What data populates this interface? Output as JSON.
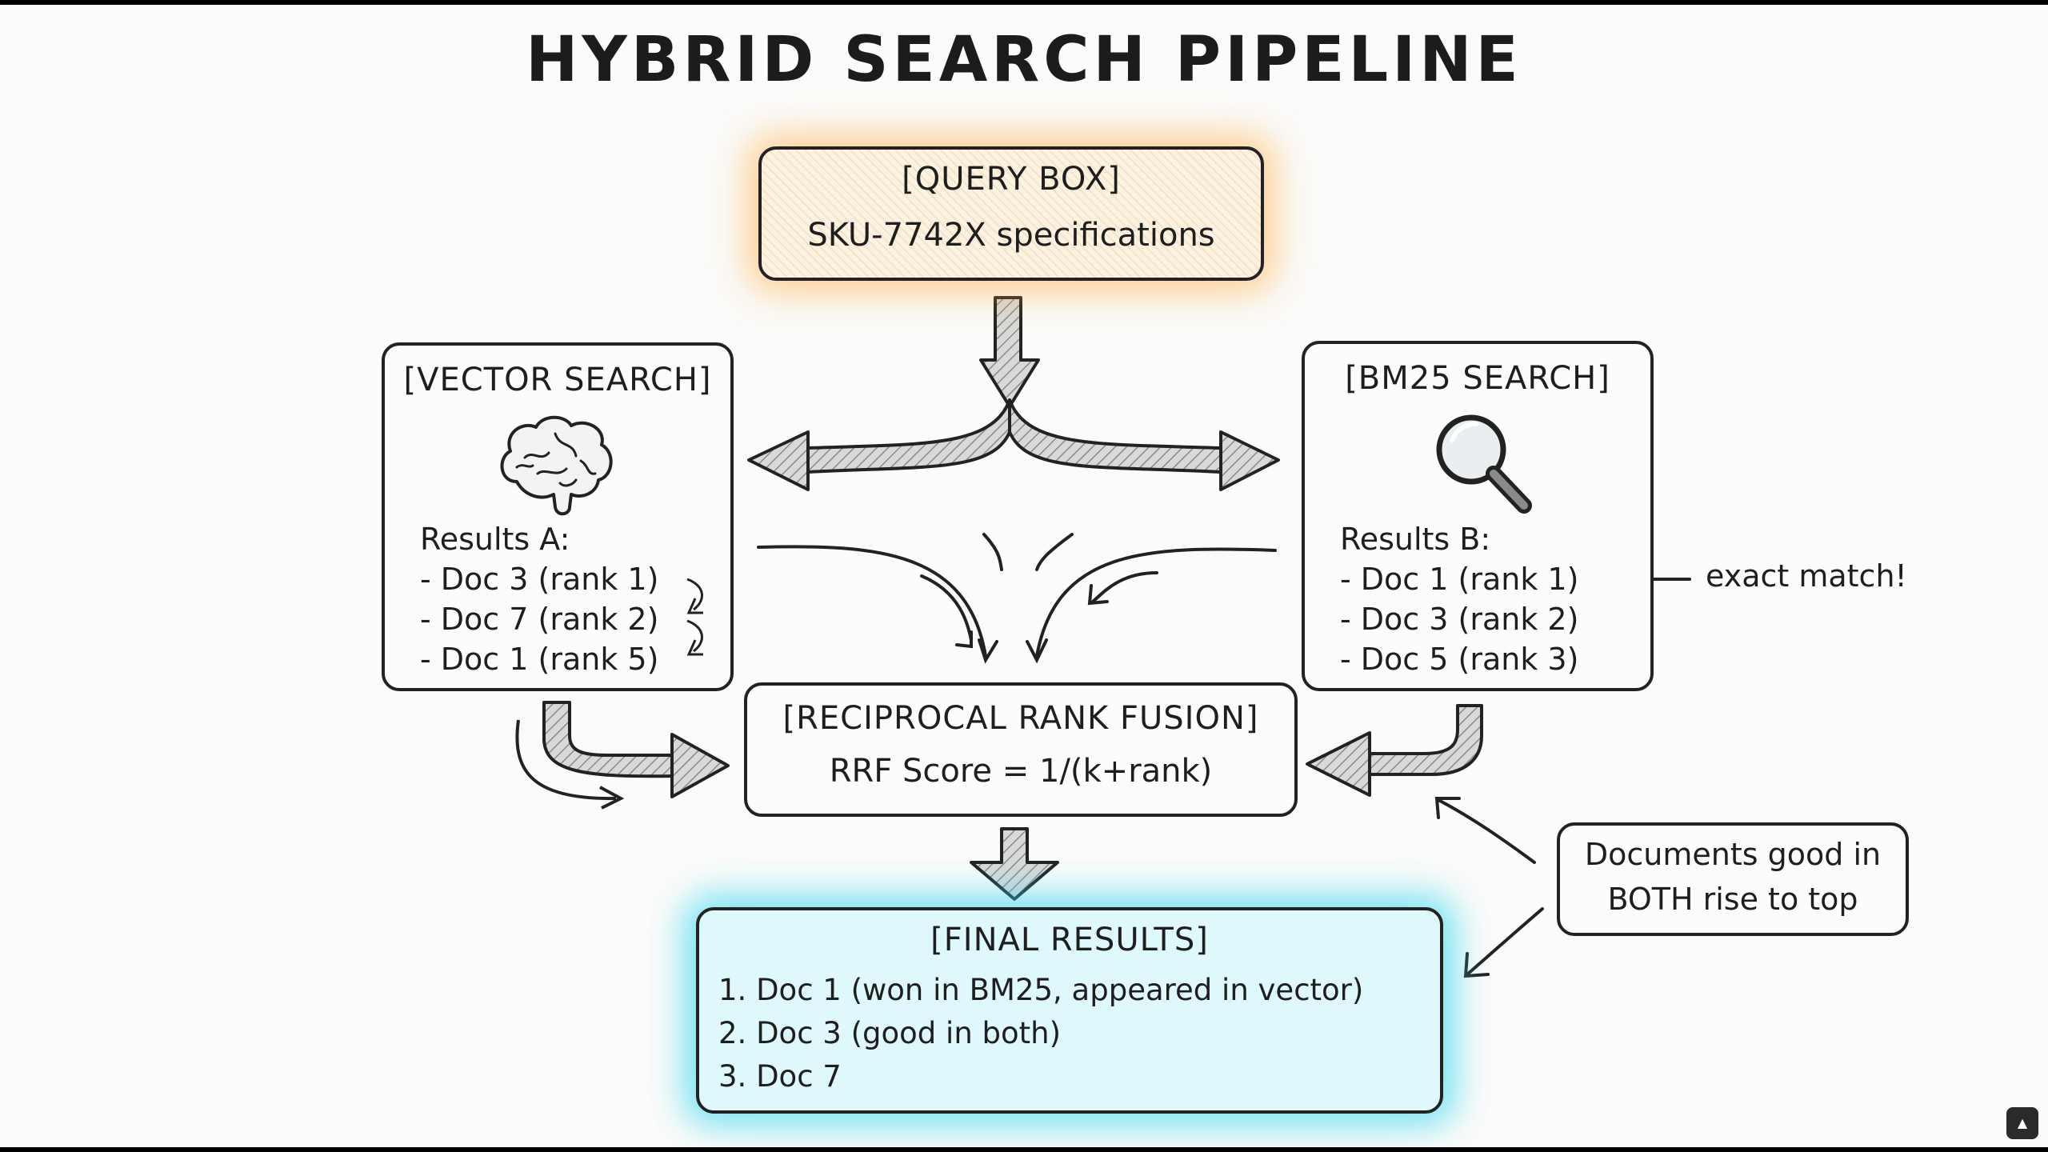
{
  "title": "HYBRID SEARCH PIPELINE",
  "query_box": {
    "heading": "[QUERY BOX]",
    "query": "SKU-7742X specifications"
  },
  "vector_search": {
    "heading": "[VECTOR SEARCH]",
    "icon": "brain-icon",
    "results_label": "Results A:",
    "results": [
      "- Doc 3 (rank 1)",
      "- Doc 7 (rank 2)",
      "- Doc 1 (rank 5)"
    ]
  },
  "bm25_search": {
    "heading": "[BM25 SEARCH]",
    "icon": "magnifier-icon",
    "results_label": "Results B:",
    "results": [
      "- Doc 1 (rank 1)",
      "- Doc 3 (rank 2)",
      "- Doc 5 (rank 3)"
    ],
    "annotation": "exact match!"
  },
  "fusion": {
    "heading": "[RECIPROCAL RANK FUSION]",
    "formula": "RRF Score = 1/(k+rank)"
  },
  "final_results": {
    "heading": "[FINAL RESULTS]",
    "items": [
      "1. Doc 1 (won in BM25, appeared in vector)",
      "2. Doc 3 (good in both)",
      "3. Doc 7"
    ]
  },
  "note": {
    "lines": [
      "Documents good in",
      "BOTH rise to top"
    ]
  },
  "colors": {
    "query_glow": "#ffaa3c",
    "final_glow": "#32d7f0",
    "ink": "#1e1e1e"
  }
}
